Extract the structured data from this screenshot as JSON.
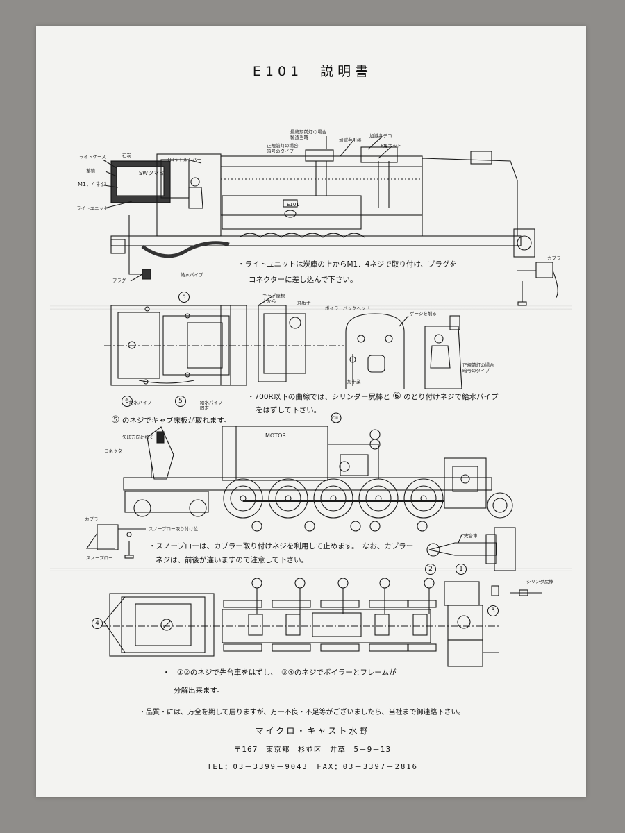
{
  "document": {
    "title": "E101　説明書",
    "notes": {
      "light_unit_1": "・ライトユニットは炭庫の上からM1．4ネジで取り付け、プラグを",
      "light_unit_2": "コネクターに差し込んで下さい。",
      "curve_1": "・700R以下の曲線では、シリンダー尻棒と",
      "curve_num": "⑥",
      "curve_2": "のとり付けネジで給水パイプ",
      "curve_3": "をはずして下さい。",
      "cab_num": "⑤",
      "cab_floor": "のネジでキャブ床板が取れます。",
      "snow_1": "・スノープローは、カプラー取り付けネジを利用して止めます。　なお、カプラー",
      "snow_2": "ネジは、前後が違いますので注意して下さい。",
      "disasm_1": "・　①②のネジで先台車をはずし、　③④のネジでボイラーとフレームが",
      "disasm_2": "分解出来ます。",
      "quality": "・品質・には、万全を期して居りますが、万一不良・不足等がございましたら、当社まで御連絡下さい。"
    },
    "labels": {
      "light_case": "ライトケース",
      "stone": "石炭",
      "pipe": "蓄積",
      "m14": "M1．4ネジ",
      "sw": "SWツマミ",
      "throttle": "スロットルレバー",
      "light_unit": "ライトユニット",
      "plug": "プラグ",
      "feed_pipe": "給水パイプ",
      "early_type": "正規前灯の場合\n暗号のタイプ",
      "late_type": "最終期前灯の場合\n製造当時",
      "feed_valve": "加減弁引棒",
      "feed_deco": "加減弁デコ",
      "six_nut": "6角ナット",
      "coupler_top": "カプラー",
      "cab_roof": "キャブ屋根\n上から",
      "round_plate": "丸缶子",
      "boiler_back": "ボイラーバックヘッド",
      "gauge": "ゲージを削る",
      "motor": "MOTOR",
      "connector": "コネクター",
      "arrow_dir": "矢印方向に抜く",
      "coupler_bottom": "カプラー",
      "snowplow": "スノープロー",
      "snowplow_fix": "スノープロー取り付け位",
      "pilot_truck": "先台車",
      "cylinder_rod": "シリンダ尻棒",
      "feed_pipe2": "給水パイプ",
      "feed_pipe3": "給水パイプ\n固定",
      "gear": "加十業",
      "oil": "OIL"
    },
    "footer": {
      "company": "マイクロ・キャスト水野",
      "address": "〒167　東京都　杉並区　井草　5－9－13",
      "tel": "TEL：03－3399－9043　FAX：03－3397－2816"
    }
  }
}
